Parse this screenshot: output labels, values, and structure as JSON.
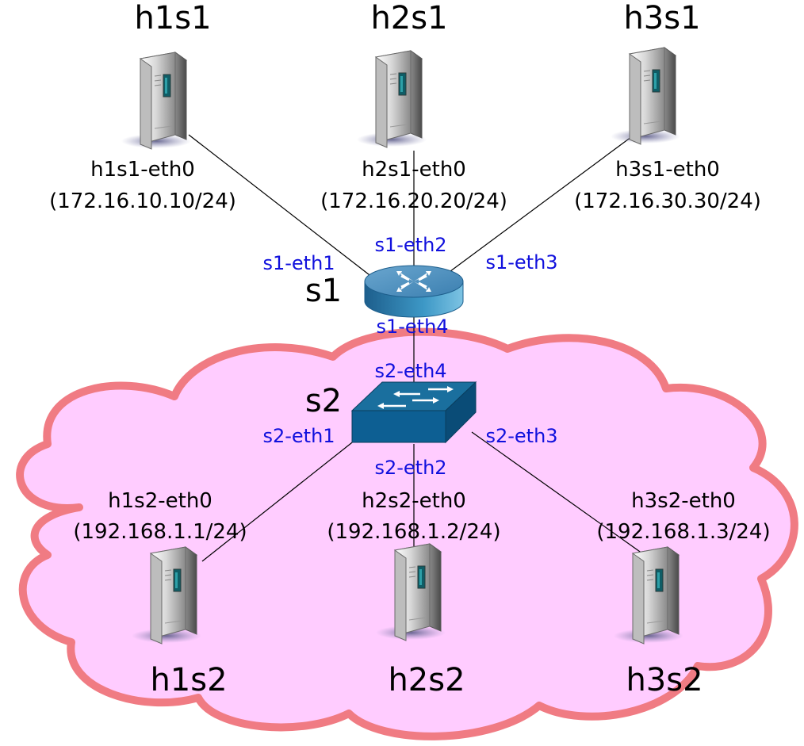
{
  "colors": {
    "cloud_fill": "#ffccff",
    "cloud_stroke": "#f07b83",
    "port_label": "#1010dd",
    "link": "#000000",
    "router_body": "#2f87b7",
    "switch_body": "#0d5f93"
  },
  "hosts": {
    "h1s1": {
      "name": "h1s1",
      "iface": "h1s1-eth0",
      "ip": "(172.16.10.10/24)",
      "icon": "server-icon"
    },
    "h2s1": {
      "name": "h2s1",
      "iface": "h2s1-eth0",
      "ip": "(172.16.20.20/24)",
      "icon": "server-icon"
    },
    "h3s1": {
      "name": "h3s1",
      "iface": "h3s1-eth0",
      "ip": "(172.16.30.30/24)",
      "icon": "server-icon"
    },
    "h1s2": {
      "name": "h1s2",
      "iface": "h1s2-eth0",
      "ip": "(192.168.1.1/24)",
      "icon": "server-icon"
    },
    "h2s2": {
      "name": "h2s2",
      "iface": "h2s2-eth0",
      "ip": "(192.168.1.2/24)",
      "icon": "server-icon"
    },
    "h3s2": {
      "name": "h3s2",
      "iface": "h3s2-eth0",
      "ip": "(192.168.1.3/24)",
      "icon": "server-icon"
    }
  },
  "switches": {
    "s1": {
      "name": "s1",
      "icon": "router-icon",
      "ports": {
        "eth1": "s1-eth1",
        "eth2": "s1-eth2",
        "eth3": "s1-eth3",
        "eth4": "s1-eth4"
      }
    },
    "s2": {
      "name": "s2",
      "icon": "switch-icon",
      "ports": {
        "eth1": "s2-eth1",
        "eth2": "s2-eth2",
        "eth3": "s2-eth3",
        "eth4": "s2-eth4"
      }
    }
  }
}
